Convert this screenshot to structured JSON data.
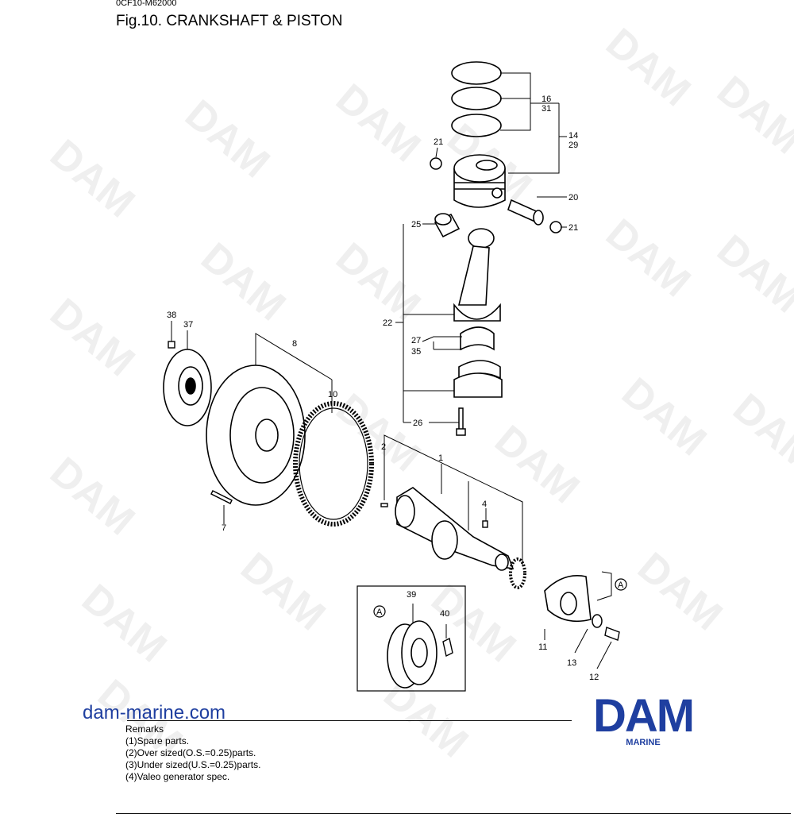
{
  "header": {
    "doc_code": "0CF10-M62000",
    "title": "Fig.10.  CRANKSHAFT & PISTON"
  },
  "watermark": {
    "text": "DAM"
  },
  "callouts": {
    "c1": "1",
    "c2": "2",
    "c4": "4",
    "c7": "7",
    "c8": "8",
    "c10": "10",
    "c11": "11",
    "c12": "12",
    "c13": "13",
    "c14": "14",
    "c16": "16",
    "c20": "20",
    "c21a": "21",
    "c21b": "21",
    "c22": "22",
    "c25": "25",
    "c26": "26",
    "c27": "27",
    "c29": "29",
    "c31": "31",
    "c35": "35",
    "c37": "37",
    "c38": "38",
    "c39": "39",
    "c40": "40",
    "ref_a_main": "A",
    "ref_a_inset": "A"
  },
  "footer": {
    "site": "dam-marine.com",
    "remarks_title": "Remarks",
    "remarks": [
      "(1)Spare parts.",
      "(2)Over sized(O.S.=0.25)parts.",
      "(3)Under sized(U.S.=0.25)parts.",
      "(4)Valeo generator spec."
    ],
    "brand": "DAM",
    "brand_sub": "MARINE"
  },
  "colors": {
    "brand_blue": "#1f3fa0"
  }
}
